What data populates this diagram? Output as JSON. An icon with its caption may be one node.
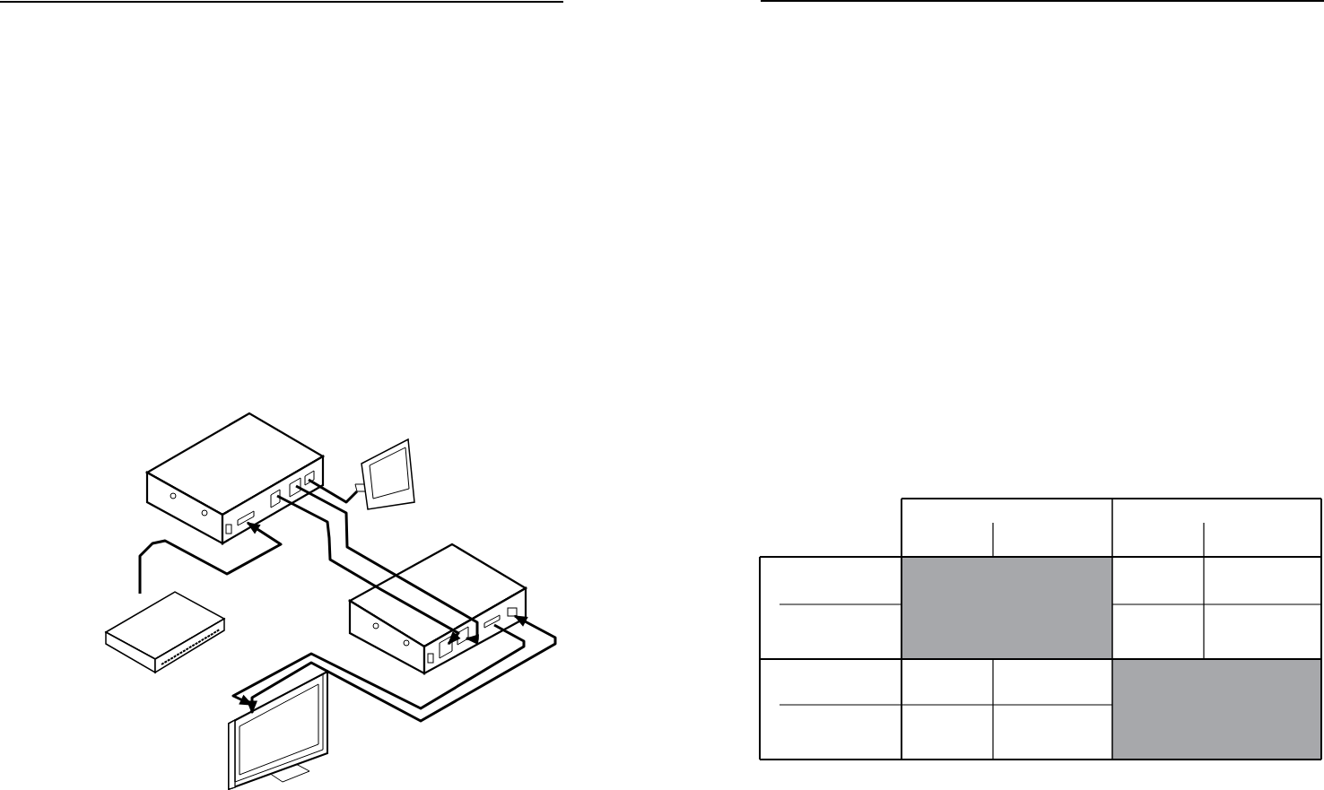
{
  "diagram": {
    "nodes": [
      {
        "text": [],
        "shape": "picture"
      },
      {
        "text": [],
        "shape": "picture"
      },
      {
        "text": [],
        "shape": "picture"
      },
      {
        "text": [],
        "shape": "picture"
      },
      {
        "text": [],
        "shape": "picture"
      }
    ],
    "edges": [
      {
        "from": 3,
        "to": 0,
        "arrow": "to"
      },
      {
        "from": 0,
        "to": 1,
        "arrow": "none"
      },
      {
        "from": 0,
        "to": 2,
        "arrow": "to"
      },
      {
        "from": 0,
        "to": 2,
        "arrow": "to"
      },
      {
        "from": 2,
        "to": 4,
        "arrow": "to"
      },
      {
        "from": 2,
        "to": 4,
        "arrow": "both"
      }
    ]
  }
}
